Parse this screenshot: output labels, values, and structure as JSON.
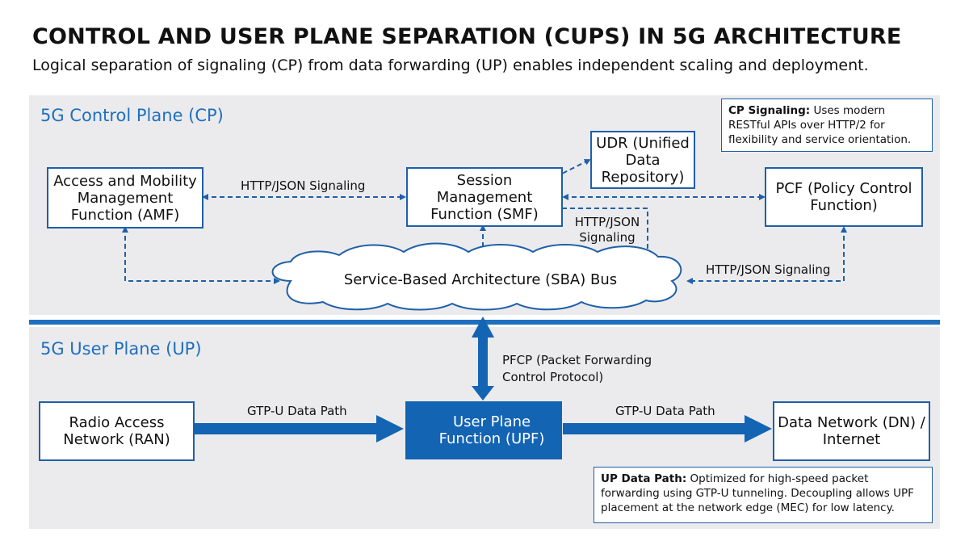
{
  "header": {
    "title": "CONTROL AND USER PLANE SEPARATION (CUPS) IN 5G ARCHITECTURE",
    "subtitle": "Logical separation of signaling (CP) from data forwarding (UP) enables independent scaling and deployment."
  },
  "colors": {
    "accent": "#1f6fbf",
    "node_border": "#1f5fa8",
    "upf_fill": "#1464b4",
    "band": "#ebebed"
  },
  "control_plane": {
    "label": "5G Control Plane (CP)",
    "nodes": {
      "amf": "Access and Mobility Management Function (AMF)",
      "smf": "Session Management Function (SMF)",
      "udr": "UDR (Unified Data Repository)",
      "pcf": "PCF (Policy Control Function)",
      "sba": "Service-Based Architecture (SBA) Bus"
    },
    "edge_labels": {
      "amf_smf": "HTTP/JSON Signaling",
      "smf_sba": "HTTP/JSON Signaling",
      "pcf_sba": "HTTP/JSON Signaling"
    },
    "note": {
      "bold": "CP Signaling:",
      "text": " Uses modern RESTful APIs over HTTP/2 for flexibility and service orientation."
    }
  },
  "user_plane": {
    "label": "5G User Plane (UP)",
    "nodes": {
      "ran": "Radio Access Network (RAN)",
      "upf": "User Plane Function (UPF)",
      "dn": "Data Network (DN) / Internet"
    },
    "edge_labels": {
      "pfcp": "PFCP (Packet Forwarding Control Protocol)",
      "ran_upf": "GTP-U Data Path",
      "upf_dn": "GTP-U Data Path"
    },
    "note": {
      "bold": "UP Data Path:",
      "text": " Optimized for high-speed packet forwarding using GTP-U tunneling. Decoupling allows UPF placement at the network edge (MEC) for low latency."
    }
  }
}
